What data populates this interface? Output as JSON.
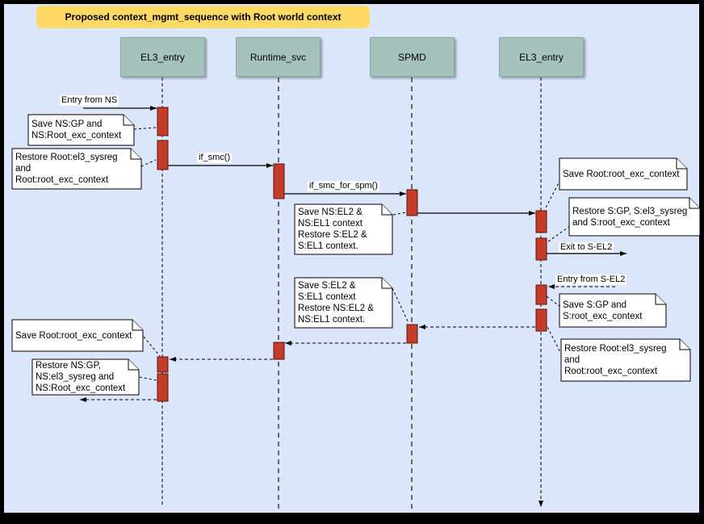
{
  "diagram": {
    "title": "Proposed context_mgmt_sequence with Root world context",
    "lifelines": [
      {
        "label": "EL3_entry"
      },
      {
        "label": "Runtime_svc"
      },
      {
        "label": "SPMD"
      },
      {
        "label": "EL3_entry"
      }
    ],
    "messages": [
      {
        "label": "Entry from NS",
        "from": "external",
        "to": "EL3_entry",
        "style": "solid"
      },
      {
        "label": "if_smc()",
        "from": "EL3_entry",
        "to": "Runtime_svc",
        "style": "solid"
      },
      {
        "label": "if_smc_for_spm()",
        "from": "Runtime_svc",
        "to": "SPMD",
        "style": "solid"
      },
      {
        "label": "",
        "from": "SPMD",
        "to": "EL3_entry_2",
        "style": "solid"
      },
      {
        "label": "Exit to S-EL2",
        "from": "EL3_entry_2",
        "to": "external",
        "style": "solid"
      },
      {
        "label": "Entry from S-EL2",
        "from": "external",
        "to": "EL3_entry_2",
        "style": "dashed"
      },
      {
        "label": "",
        "from": "EL3_entry_2",
        "to": "SPMD",
        "style": "dashed"
      },
      {
        "label": "",
        "from": "SPMD",
        "to": "Runtime_svc",
        "style": "dashed"
      },
      {
        "label": "",
        "from": "Runtime_svc",
        "to": "EL3_entry",
        "style": "dashed"
      },
      {
        "label": "",
        "from": "EL3_entry",
        "to": "external",
        "style": "dashed"
      }
    ],
    "notes": [
      {
        "text": "Save NS:GP and\nNS:Root_exc_context"
      },
      {
        "text": "Restore Root:el3_sysreg\nand\nRoot:root_exc_context"
      },
      {
        "text": "Save NS:EL2 &\nNS:EL1 context\nRestore S:EL2 &\nS:EL1 context."
      },
      {
        "text": "Save Root:root_exc_context"
      },
      {
        "text": "Restore S:GP, S:el3_sysreg\nand S:root_exc_context"
      },
      {
        "text": "Save S:GP and\nS:root_exc_context"
      },
      {
        "text": "Restore Root:el3_sysreg\nand\nRoot:root_exc_context"
      },
      {
        "text": "Save S:EL2 &\nS:EL1 context\nRestore NS:EL2 &\nNS:EL1 context."
      },
      {
        "text": "Save Root:root_exc_context"
      },
      {
        "text": "Restore NS:GP,\nNS:el3_sysreg and\nNS:Root_exc_context"
      }
    ],
    "colors": {
      "canvas_bg": "#dbe6fa",
      "title_bg": "#ffd966",
      "lifeline_header_bg": "#a5c3bc",
      "activation_fill": "#c33d2a",
      "note_bg": "#ffffff",
      "frame": "#000000"
    }
  }
}
